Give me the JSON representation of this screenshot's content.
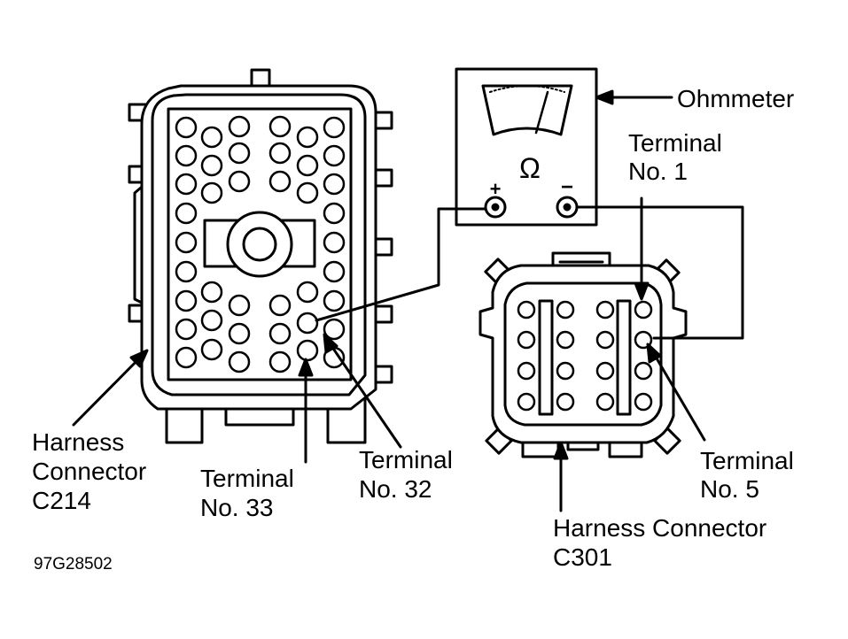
{
  "labels": {
    "ohmmeter": "Ohmmeter",
    "terminal_1": [
      "Terminal",
      "No. 1"
    ],
    "terminal_5": [
      "Terminal",
      "No. 5"
    ],
    "terminal_32": [
      "Terminal",
      "No. 32"
    ],
    "terminal_33": [
      "Terminal",
      "No. 33"
    ],
    "c214": [
      "Harness",
      "Connector",
      "C214"
    ],
    "c301": [
      "Harness Connector",
      "C301"
    ]
  },
  "meter": {
    "symbol": "Ω",
    "plus": "+",
    "minus": "−"
  },
  "figure_code": "97G28502",
  "colors": {
    "ink": "#000000",
    "paper": "#ffffff"
  }
}
